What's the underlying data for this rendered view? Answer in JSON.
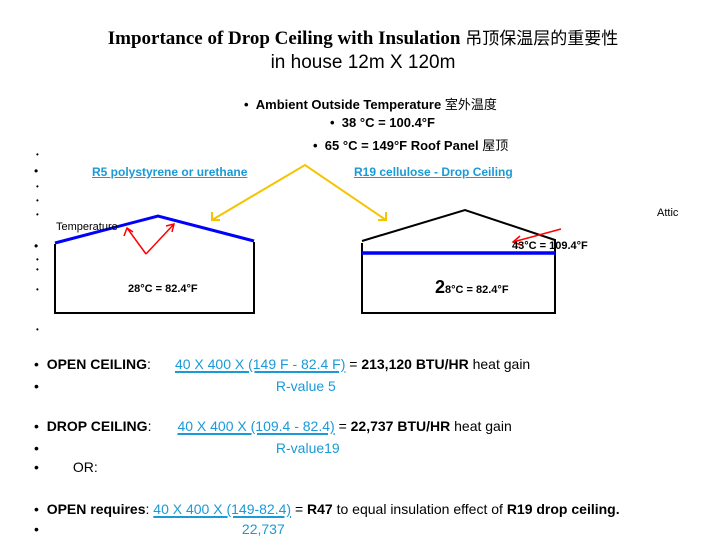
{
  "title": {
    "en": "Importance of Drop Ceiling with Insulation",
    "cn": "吊顶保温层的重要性",
    "sub": "in house 12m X 120m"
  },
  "ambient": {
    "heading": "Ambient Outside Temperature",
    "heading_cn": "室外温度",
    "line1": "38 °C  =   100.4°F",
    "line2": "65 °C  =   149°F Roof Panel",
    "line2_cn": "屋顶"
  },
  "diagram": {
    "left_link": "R5 polystyrene or urethane",
    "right_link": "R19 cellulose  - Drop Ceiling",
    "temperature_label": "Temperature",
    "attic_label": "Attic",
    "left_inside": "28°C = 82.4°F",
    "right_attic": "43°C = 109.4°F",
    "right_inside_big": "2",
    "right_inside": "8°C = 82.4°F",
    "colors": {
      "insulation": "#0000ff",
      "arrow_yellow": "#f5c400",
      "arrow_red": "#ff0000"
    }
  },
  "calc": {
    "open_label": "OPEN CEILING",
    "open_formula": "40 X 400 X (149 F - 82.4 F)",
    "open_result": "213,120 BTU/HR",
    "open_suffix": "heat gain",
    "open_r": "R-value 5",
    "drop_label": "DROP CEILING",
    "drop_formula": "40 X 400 X (109.4 - 82.4)",
    "drop_result": "22,737 BTU/HR",
    "drop_suffix": "heat gain",
    "drop_r": "R-value19",
    "or": "OR:",
    "req_label": "OPEN requires",
    "req_formula": "40 X 400 X (149-82.4)",
    "req_result": "R47",
    "req_mid": "to equal insulation effect of",
    "req_end": "R19 drop ceiling.",
    "req_denom": "22,737"
  },
  "bullet": "•",
  "colon": ":",
  "eq": "="
}
